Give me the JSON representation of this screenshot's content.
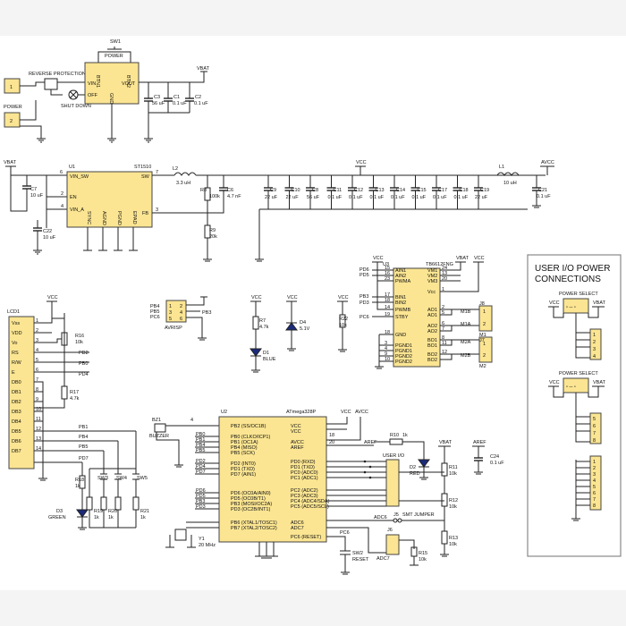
{
  "power_section": {
    "sw1": {
      "ref": "SW1",
      "label": "POWER"
    },
    "reverse_protection": "REVERSE PROTECTION",
    "shutdown": "SHUT DOWN",
    "power_connector": {
      "label": "POWER",
      "pins": [
        "1",
        "2"
      ]
    },
    "reg": {
      "pins": [
        "BTN1",
        "BTN2",
        "VIN",
        "VOUT",
        "OFF",
        "GND"
      ]
    },
    "caps": [
      {
        "ref": "C3",
        "value": "56 uF"
      },
      {
        "ref": "C1",
        "value": "0.1 uF"
      },
      {
        "ref": "C2",
        "value": "0.1 uF"
      }
    ],
    "vbat": "VBAT"
  },
  "regulator_section": {
    "vbat": "VBAT",
    "u1": {
      "ref": "U1",
      "part": "ST1510",
      "pins": [
        "VIN_SW",
        "SW",
        "EN",
        "VIN_A",
        "FB",
        "SYNC",
        "AGND",
        "PGND",
        "EPAD"
      ],
      "pin_numbers": [
        "6",
        "7",
        "2",
        "4",
        "3"
      ]
    },
    "c7": {
      "ref": "C7",
      "value": "10 uF"
    },
    "c22": {
      "ref": "C22",
      "value": "10 uF"
    },
    "l2": {
      "ref": "L2",
      "value": "3.3 uH"
    },
    "r8": {
      "ref": "R8",
      "value": "100k"
    },
    "c6": {
      "ref": "C6",
      "value": "4.7 nF"
    },
    "r9": {
      "ref": "R9",
      "value": "20k"
    },
    "vcc": "VCC",
    "bank_caps": [
      {
        "ref": "C9",
        "value": "22 uF"
      },
      {
        "ref": "C10",
        "value": "22 uF"
      },
      {
        "ref": "C8",
        "value": "56 uF"
      },
      {
        "ref": "C11",
        "value": "0.1 uF"
      },
      {
        "ref": "C12",
        "value": "0.1 uF"
      },
      {
        "ref": "C13",
        "value": "0.1 uF"
      },
      {
        "ref": "C14",
        "value": "0.1 uF"
      },
      {
        "ref": "C15",
        "value": "0.1 uF"
      },
      {
        "ref": "C17",
        "value": "0.1 uF"
      },
      {
        "ref": "C18",
        "value": "0.1 uF"
      },
      {
        "ref": "C19",
        "value": "22 uF"
      }
    ],
    "l1": {
      "ref": "L1",
      "value": "10 uH"
    },
    "avcc": "AVCC",
    "c21": {
      "ref": "C21",
      "value": "0.1 uF"
    }
  },
  "lcd_section": {
    "ref": "LCD1",
    "pins": [
      "Vss",
      "VDD",
      "Vo",
      "RS",
      "R/W",
      "E",
      "DB0",
      "DB1",
      "DB2",
      "DB3",
      "DB4",
      "DB5",
      "DB6",
      "DB7"
    ],
    "pin_numbers": [
      "1",
      "2",
      "3",
      "4",
      "5",
      "6",
      "7",
      "8",
      "9",
      "10",
      "11",
      "12",
      "13",
      "14"
    ],
    "nets": [
      "PD2",
      "PB0",
      "PD4",
      "PB1",
      "PB4",
      "PB5",
      "PD7"
    ],
    "vcc": "VCC",
    "r16": {
      "ref": "R16",
      "value": "10k"
    },
    "r17": {
      "ref": "R17",
      "value": "4.7k"
    }
  },
  "avrisp": {
    "label": "AVRISP",
    "ref": "PB3",
    "nets": [
      "PB4",
      "PB5",
      "PC6"
    ],
    "pins": [
      "1",
      "2",
      "3",
      "4",
      "5",
      "6"
    ]
  },
  "led_blue": {
    "vcc": "VCC",
    "r7": {
      "ref": "R7",
      "value": "4.7k"
    },
    "d1": {
      "ref": "D1",
      "label": "BLUE"
    }
  },
  "zener": {
    "vcc": "VCC",
    "d4": {
      "ref": "D4",
      "value": "5.1V"
    }
  },
  "motor_driver": {
    "ref": "U3",
    "part": "TB6612FNG",
    "left_pins": [
      "AIN1",
      "AIN2",
      "PWMA",
      "BIN1",
      "BIN2",
      "PWMB",
      "STBY",
      "GND",
      "PGND1",
      "PGND1",
      "PGND2",
      "PGND2"
    ],
    "right_pins": [
      "VM1",
      "VM2",
      "VM3",
      "Vcc",
      "AO1",
      "AO1",
      "AO2",
      "AO2",
      "BO1",
      "BO1",
      "BO2",
      "BO2"
    ],
    "left_numbers": [
      "15",
      "16",
      "23",
      "17",
      "18",
      "14",
      "19",
      "18",
      "3",
      "4",
      "9",
      "10"
    ],
    "right_numbers": [
      "24",
      "13",
      "20",
      "1",
      "2",
      "5",
      "6",
      "7",
      "8",
      "11",
      "12"
    ],
    "nets": [
      "PD6",
      "PD5",
      "PB3",
      "PD3",
      "PC6"
    ],
    "vcc": "VCC",
    "vbat": "VBAT",
    "r22": {
      "ref": "R22",
      "value": "10k"
    },
    "outputs": [
      "M1B",
      "M1A",
      "M2A",
      "M2B"
    ],
    "j8": "J8",
    "m1": "M1",
    "j7": "J7",
    "m2": "M2"
  },
  "mcu": {
    "ref": "U2",
    "part": "ATmega328P",
    "left_pins": [
      "PB2 (SS/OC1B)",
      "PB0 (CLKO/ICP1)",
      "PB1 (OC1A)",
      "PB4 (MISO)",
      "PB5 (SCK)",
      "PD2 (INT0)",
      "PD1 (TXD)",
      "PD7 (AIN1)",
      "PD6 (OC0A/AIN0)",
      "PD5 (OC0B/T1)",
      "PB3 (MOSI/OC2A)",
      "PD3 (OC2B/INT1)",
      "PB6 (XTAL1/TOSC1)",
      "PB7 (XTAL2/TOSC2)"
    ],
    "right_pins": [
      "VCC",
      "VCC",
      "AVCC",
      "AREF",
      "PD0 (RXD)",
      "PD1 (TXD)",
      "PC0 (ADC0)",
      "PC1 (ADC1)",
      "PC2 (ADC2)",
      "PC3 (ADC3)",
      "PC4 (ADC4/SDA)",
      "PC5 (ADC5/SCL)",
      "ADC6",
      "ADC7",
      "PC6 (RESET)"
    ],
    "left_nets": [
      "PB0",
      "PB1",
      "PB4",
      "PB5",
      "PD2",
      "PD4",
      "PD7",
      "PD6",
      "PD5",
      "PB3",
      "PD3"
    ],
    "bz1": {
      "ref": "BZ1",
      "label": "BUZZER"
    },
    "vcc": "VCC",
    "avcc": "AVCC",
    "aref": "AREF",
    "y1": {
      "ref": "Y1",
      "value": "20 MHz"
    }
  },
  "user_io": {
    "label": "USER I/O",
    "r10": {
      "ref": "R10",
      "value": "1k"
    },
    "d2": {
      "ref": "D2",
      "label": "RED"
    },
    "j5": {
      "ref": "J5",
      "label": "SMT JUMPER"
    },
    "j6": "J6",
    "adc6": "ADC6",
    "adc7": "ADC7",
    "r15": {
      "ref": "R15",
      "value": "10k"
    },
    "vbat": "VBAT",
    "r11": {
      "ref": "R11",
      "value": "10k"
    },
    "r12": {
      "ref": "R12",
      "value": "10k"
    },
    "r13": {
      "ref": "R13",
      "value": "10k"
    },
    "aref": "AREF",
    "c24": {
      "ref": "C24",
      "value": "0.1 uF"
    },
    "pc6": "PC6",
    "sw2": {
      "ref": "SW2",
      "label": "RESET"
    }
  },
  "buttons": {
    "vcc": "VCC",
    "nets": [
      "PB1",
      "PB4",
      "PB5",
      "PD7"
    ],
    "sw3": "SW3",
    "sw4": "SW4",
    "sw5": "SW5",
    "r18": {
      "ref": "R18",
      "value": "1k"
    },
    "r19": {
      "ref": "R19",
      "value": "1k"
    },
    "r20": {
      "ref": "R20",
      "value": "1k"
    },
    "r21": {
      "ref": "R21",
      "value": "1k"
    },
    "d3": {
      "ref": "D3",
      "label": "GREEN"
    }
  },
  "legend": {
    "title_line1": "USER I/O POWER",
    "title_line2": "CONNECTIONS",
    "select1": {
      "label": "POWER SELECT",
      "vcc": "VCC",
      "vbat": "VBAT",
      "pins": [
        "1",
        "2",
        "3",
        "4"
      ]
    },
    "select2": {
      "label": "POWER SELECT",
      "vcc": "VCC",
      "vbat": "VBAT",
      "pins": [
        "5",
        "6",
        "7",
        "8"
      ]
    },
    "strip_pins": [
      "1",
      "2",
      "3",
      "4",
      "5",
      "6",
      "7",
      "8"
    ]
  }
}
